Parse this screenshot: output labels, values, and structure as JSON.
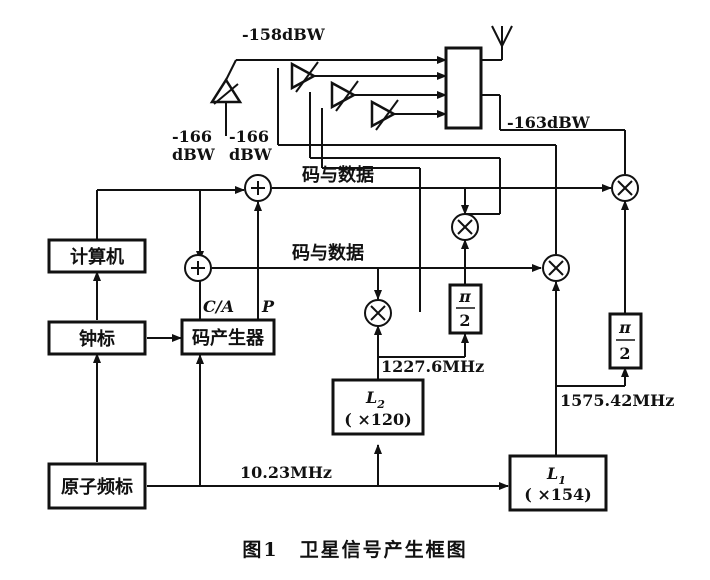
{
  "blocks": {
    "computer": "计算机",
    "clock": "钟标",
    "atomic": "原子频标",
    "code_gen": "码产生器",
    "l2_name": "L",
    "l2_sub": "2",
    "l2_mult": "( ×120)",
    "l1_name": "L",
    "l1_sub": "1",
    "l1_mult": "( ×154)"
  },
  "labels": {
    "code_data_top": "码与数据",
    "code_data_mid": "码与数据",
    "ca": "C/A",
    "p": "P",
    "f_l2": "1227.6MHz",
    "f_l1": "1575.42MHz",
    "f_ref": "10.23MHz",
    "pwr_158": "-158dBW",
    "pwr_163": "-163dBW",
    "pwr_166a": "-166",
    "pwr_166a_unit": "dBW",
    "pwr_166b": "-166",
    "pwr_166b_unit": "dBW",
    "pi": "π",
    "two": "2"
  },
  "caption": "图1　卫星信号产生框图"
}
